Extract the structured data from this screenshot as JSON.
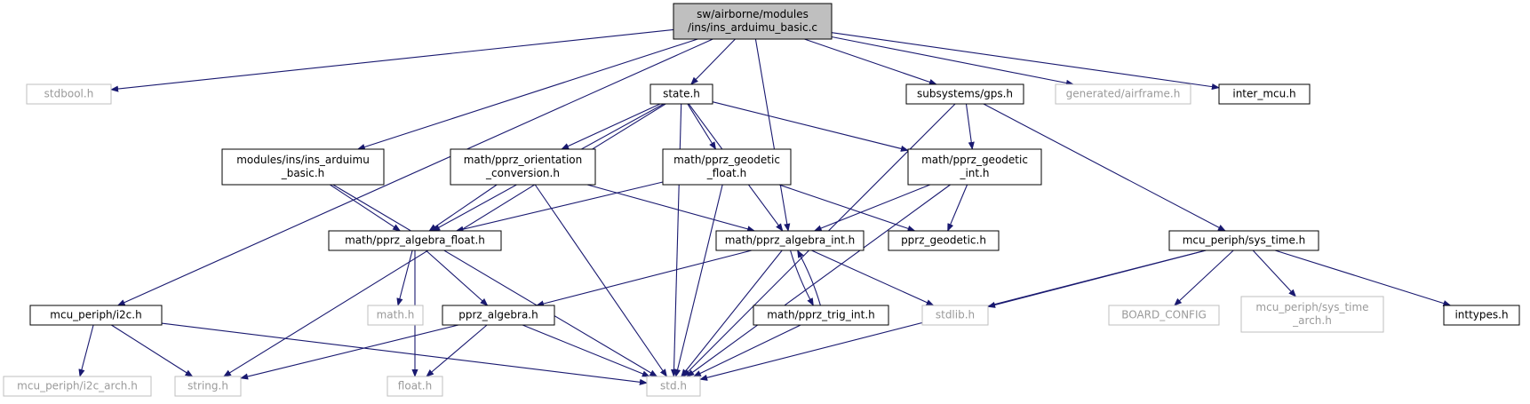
{
  "graph": {
    "nodes": [
      {
        "id": "root",
        "lines": [
          "sw/airborne/modules",
          "/ins/ins_arduimu_basic.c"
        ],
        "style": "root"
      },
      {
        "id": "stdbool",
        "lines": [
          "stdbool.h"
        ],
        "style": "ext"
      },
      {
        "id": "i2c",
        "lines": [
          "mcu_periph/i2c.h"
        ],
        "style": "doc"
      },
      {
        "id": "arduimu",
        "lines": [
          "modules/ins/ins_arduimu",
          "_basic.h"
        ],
        "style": "doc"
      },
      {
        "id": "state",
        "lines": [
          "state.h"
        ],
        "style": "doc"
      },
      {
        "id": "gps",
        "lines": [
          "subsystems/gps.h"
        ],
        "style": "doc"
      },
      {
        "id": "airframe",
        "lines": [
          "generated/airframe.h"
        ],
        "style": "ext"
      },
      {
        "id": "intermcu",
        "lines": [
          "inter_mcu.h"
        ],
        "style": "doc"
      },
      {
        "id": "orient",
        "lines": [
          "math/pprz_orientation",
          "_conversion.h"
        ],
        "style": "doc"
      },
      {
        "id": "geofloat",
        "lines": [
          "math/pprz_geodetic",
          "_float.h"
        ],
        "style": "doc"
      },
      {
        "id": "geoint",
        "lines": [
          "math/pprz_geodetic",
          "_int.h"
        ],
        "style": "doc"
      },
      {
        "id": "algfloat",
        "lines": [
          "math/pprz_algebra_float.h"
        ],
        "style": "doc"
      },
      {
        "id": "algint",
        "lines": [
          "math/pprz_algebra_int.h"
        ],
        "style": "doc"
      },
      {
        "id": "geodetic",
        "lines": [
          "pprz_geodetic.h"
        ],
        "style": "doc"
      },
      {
        "id": "systime",
        "lines": [
          "mcu_periph/sys_time.h"
        ],
        "style": "doc"
      },
      {
        "id": "math",
        "lines": [
          "math.h"
        ],
        "style": "ext"
      },
      {
        "id": "algebra",
        "lines": [
          "pprz_algebra.h"
        ],
        "style": "doc"
      },
      {
        "id": "trig",
        "lines": [
          "math/pprz_trig_int.h"
        ],
        "style": "doc"
      },
      {
        "id": "stdlib",
        "lines": [
          "stdlib.h"
        ],
        "style": "ext"
      },
      {
        "id": "board",
        "lines": [
          "BOARD_CONFIG"
        ],
        "style": "ext"
      },
      {
        "id": "sysarch",
        "lines": [
          "mcu_periph/sys_time",
          "_arch.h"
        ],
        "style": "ext"
      },
      {
        "id": "inttypes",
        "lines": [
          "inttypes.h"
        ],
        "style": "doc"
      },
      {
        "id": "i2carch",
        "lines": [
          "mcu_periph/i2c_arch.h"
        ],
        "style": "ext"
      },
      {
        "id": "string",
        "lines": [
          "string.h"
        ],
        "style": "ext"
      },
      {
        "id": "float",
        "lines": [
          "float.h"
        ],
        "style": "ext"
      },
      {
        "id": "std",
        "lines": [
          "std.h"
        ],
        "style": "ext"
      }
    ],
    "edges": [
      {
        "from": "root",
        "to": "stdbool"
      },
      {
        "from": "root",
        "to": "i2c"
      },
      {
        "from": "root",
        "to": "arduimu"
      },
      {
        "from": "root",
        "to": "state"
      },
      {
        "from": "root",
        "to": "algint"
      },
      {
        "from": "root",
        "to": "gps"
      },
      {
        "from": "root",
        "to": "airframe"
      },
      {
        "from": "root",
        "to": "intermcu"
      },
      {
        "from": "state",
        "to": "string"
      },
      {
        "from": "state",
        "to": "algfloat"
      },
      {
        "from": "state",
        "to": "orient"
      },
      {
        "from": "state",
        "to": "geofloat"
      },
      {
        "from": "state",
        "to": "std"
      },
      {
        "from": "state",
        "to": "algint"
      },
      {
        "from": "state",
        "to": "geoint"
      },
      {
        "from": "gps",
        "to": "geoint"
      },
      {
        "from": "gps",
        "to": "systime"
      },
      {
        "from": "gps",
        "to": "std"
      },
      {
        "from": "arduimu",
        "to": "algfloat"
      },
      {
        "from": "arduimu",
        "to": "std"
      },
      {
        "from": "orient",
        "to": "algfloat"
      },
      {
        "from": "orient",
        "to": "algint"
      },
      {
        "from": "orient",
        "to": "std"
      },
      {
        "from": "geofloat",
        "to": "algfloat"
      },
      {
        "from": "geofloat",
        "to": "geodetic"
      },
      {
        "from": "geofloat",
        "to": "std"
      },
      {
        "from": "geoint",
        "to": "algint"
      },
      {
        "from": "geoint",
        "to": "geodetic"
      },
      {
        "from": "geoint",
        "to": "std"
      },
      {
        "from": "algfloat",
        "to": "math"
      },
      {
        "from": "algfloat",
        "to": "algebra"
      },
      {
        "from": "algfloat",
        "to": "float"
      },
      {
        "from": "algint",
        "to": "algebra"
      },
      {
        "from": "algint",
        "to": "trig"
      },
      {
        "from": "algint",
        "to": "stdlib"
      },
      {
        "from": "algint",
        "to": "std"
      },
      {
        "from": "trig",
        "to": "algint"
      },
      {
        "from": "trig",
        "to": "std"
      },
      {
        "from": "systime",
        "to": "stdlib"
      },
      {
        "from": "systime",
        "to": "board"
      },
      {
        "from": "systime",
        "to": "sysarch"
      },
      {
        "from": "systime",
        "to": "inttypes"
      },
      {
        "from": "systime",
        "to": "std"
      },
      {
        "from": "algebra",
        "to": "string"
      },
      {
        "from": "algebra",
        "to": "float"
      },
      {
        "from": "algebra",
        "to": "std"
      },
      {
        "from": "i2c",
        "to": "i2carch"
      },
      {
        "from": "i2c",
        "to": "string"
      },
      {
        "from": "i2c",
        "to": "std"
      }
    ]
  },
  "colors": {
    "edge": "#191970",
    "root_fill": "#bfbfbf",
    "external_border": "#bfbfbf",
    "external_text": "#9a9a9a"
  }
}
